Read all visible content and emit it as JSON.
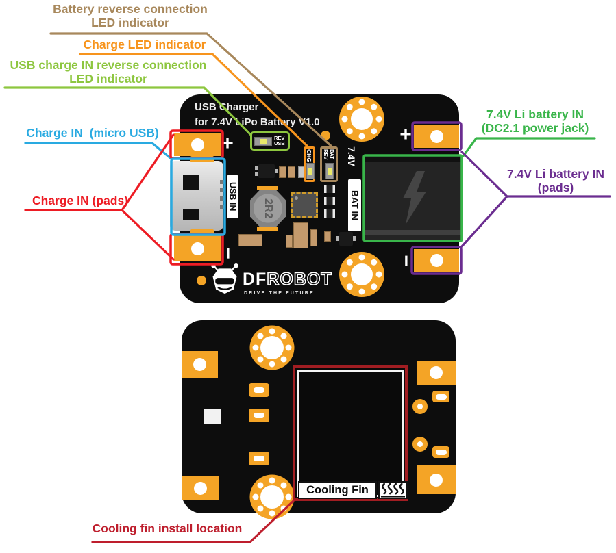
{
  "callouts": {
    "battery_reverse_led": {
      "line1": "Battery reverse connection",
      "line2": "LED indicator"
    },
    "charge_led": {
      "text": "Charge LED indicator"
    },
    "usb_reverse_led": {
      "line1": "USB charge IN reverse connection",
      "line2": "LED indicator"
    },
    "charge_in_micro_usb": {
      "text": "Charge IN  (micro USB)"
    },
    "charge_in_pads": {
      "text": "Charge IN (pads)"
    },
    "battery_in_jack": {
      "line1": "7.4V Li battery IN",
      "line2": "(DC2.1 power jack)"
    },
    "battery_in_pads": {
      "line1": "7.4V Li battery IN",
      "line2": "(pads)"
    },
    "cooling_fin_location": {
      "text": "Cooling fin install location"
    }
  },
  "board_front": {
    "title_line1": "USB Charger",
    "title_line2": "for 7.4V LiPo Battery V1.0",
    "silk_usb_in": "USB IN",
    "silk_bat_in_prefix": "7.4V",
    "silk_bat_in": "BAT IN",
    "led_rev_usb_line1": "REV",
    "led_rev_usb_line2": "USB",
    "led_chg": "CHG",
    "led_rev_bat_line1": "REV",
    "led_rev_bat_line2": "BAT",
    "inductor_marking": "2R2",
    "plus_marking": "+",
    "minus_marking": "−",
    "logo_df": "DF",
    "logo_robot": "ROBOT",
    "logo_tagline": "DRIVE THE FUTURE"
  },
  "board_back": {
    "cooling_fin_label": "Cooling Fin"
  },
  "colors": {
    "board": "#0d0d0d",
    "pad_orange": "#f4a426",
    "callout_brown": "#a8885c",
    "callout_orange": "#f7941d",
    "callout_light_green": "#8dc63f",
    "callout_blue": "#29aae1",
    "callout_red": "#ed1c24",
    "callout_green": "#39b54a",
    "callout_purple": "#6b2d90",
    "callout_crimson": "#be1e2d",
    "cooling_fin_border": "#a11d22",
    "led_yellow": "#e9e96a"
  }
}
